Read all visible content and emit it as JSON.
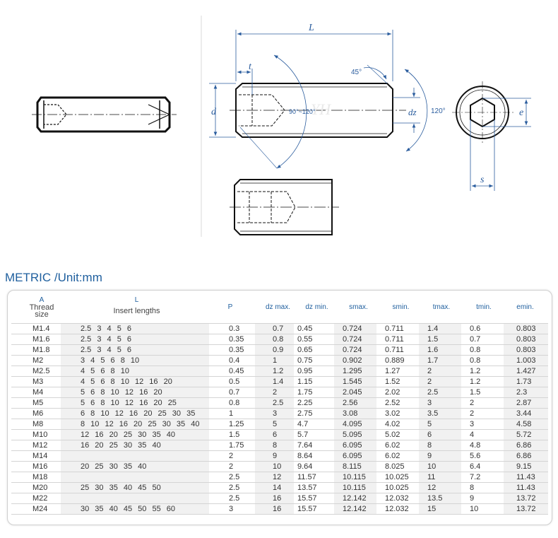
{
  "drawing": {
    "labels": {
      "L": "L",
      "t": "t",
      "d": "d",
      "angle45": "45°",
      "dz": "dz",
      "angle120": "120°",
      "e": "e",
      "s": "s",
      "angle_range": "90°~120°"
    }
  },
  "table_title": "METRIC /Unit:mm",
  "headers": {
    "thread_code": "A",
    "thread_label_1": "Thread",
    "thread_label_2": "size",
    "insert_code": "L",
    "insert_label": "Insert lengths",
    "p": "P",
    "dz_max": "dz max.",
    "dz_min": "dz min.",
    "s_max": "smax.",
    "s_min": "smin.",
    "t_max": "tmax.",
    "t_min": "tmin.",
    "e_min": "emin."
  },
  "rows": [
    [
      "M1.4",
      "2.5 3 4 5 6",
      "0.3",
      "0.7",
      "0.45",
      "0.724",
      "0.711",
      "1.4",
      "0.6",
      "0.803"
    ],
    [
      "M1.6",
      "2.5 3 4 5 6",
      "0.35",
      "0.8",
      "0.55",
      "0.724",
      "0.711",
      "1.5",
      "0.7",
      "0.803"
    ],
    [
      "M1.8",
      "2.5 3 4 5 6",
      "0.35",
      "0.9",
      "0.65",
      "0.724",
      "0.711",
      "1.6",
      "0.8",
      "0.803"
    ],
    [
      "M2",
      "3 4 5 6 8 10",
      "0.4",
      "1",
      "0.75",
      "0.902",
      "0.889",
      "1.7",
      "0.8",
      "1.003"
    ],
    [
      "M2.5",
      "4 5 6 8 10",
      "0.45",
      "1.2",
      "0.95",
      "1.295",
      "1.27",
      "2",
      "1.2",
      "1.427"
    ],
    [
      "M3",
      "4 5 6 8 10 12 16 20",
      "0.5",
      "1.4",
      "1.15",
      "1.545",
      "1.52",
      "2",
      "1.2",
      "1.73"
    ],
    [
      "M4",
      "5 6 8 10 12 16 20",
      "0.7",
      "2",
      "1.75",
      "2.045",
      "2.02",
      "2.5",
      "1.5",
      "2.3"
    ],
    [
      "M5",
      "5 6 8 10 12 16 20 25",
      "0.8",
      "2.5",
      "2.25",
      "2.56",
      "2.52",
      "3",
      "2",
      "2.87"
    ],
    [
      "M6",
      "6 8 10 12 16 20 25 30 35",
      "1",
      "3",
      "2.75",
      "3.08",
      "3.02",
      "3.5",
      "2",
      "3.44"
    ],
    [
      "M8",
      "8 10 12 16 20 25 30 35 40",
      "1.25",
      "5",
      "4.7",
      "4.095",
      "4.02",
      "5",
      "3",
      "4.58"
    ],
    [
      "M10",
      "12 16 20 25 30 35 40",
      "1.5",
      "6",
      "5.7",
      "5.095",
      "5.02",
      "6",
      "4",
      "5.72"
    ],
    [
      "M12",
      "16 20 25 30 35 40",
      "1.75",
      "8",
      "7.64",
      "6.095",
      "6.02",
      "8",
      "4.8",
      "6.86"
    ],
    [
      "M14",
      "",
      "2",
      "9",
      "8.64",
      "6.095",
      "6.02",
      "9",
      "5.6",
      "6.86"
    ],
    [
      "M16",
      "20 25 30 35 40",
      "2",
      "10",
      "9.64",
      "8.115",
      "8.025",
      "10",
      "6.4",
      "9.15"
    ],
    [
      "M18",
      "",
      "2.5",
      "12",
      "11.57",
      "10.115",
      "10.025",
      "11",
      "7.2",
      "11.43"
    ],
    [
      "M20",
      "25 30 35 40 45 50",
      "2.5",
      "14",
      "13.57",
      "10.115",
      "10.025",
      "12",
      "8",
      "11.43"
    ],
    [
      "M22",
      "",
      "2.5",
      "16",
      "15.57",
      "12.142",
      "12.032",
      "13.5",
      "9",
      "13.72"
    ],
    [
      "M24",
      "30 35 40 45 50 55 60",
      "3",
      "16",
      "15.57",
      "12.142",
      "12.032",
      "15",
      "10",
      "13.72"
    ]
  ]
}
